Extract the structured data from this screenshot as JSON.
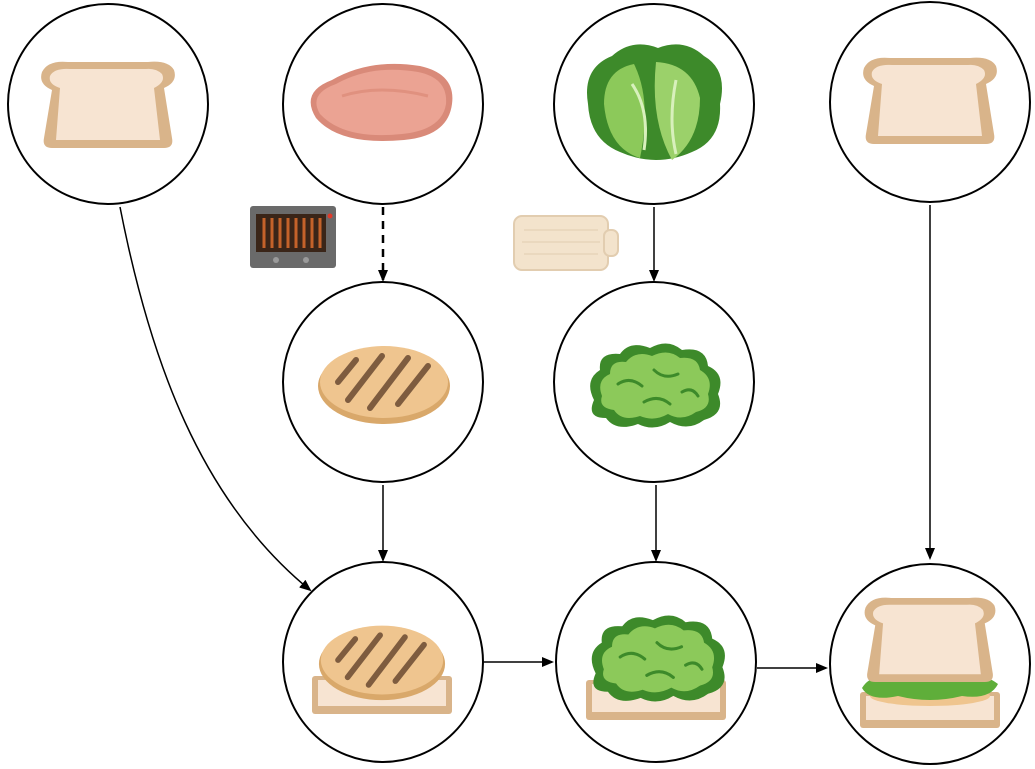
{
  "diagram": {
    "kind": "sandwich-assembly-flow",
    "nodes": [
      {
        "id": "bread-slice-top-left",
        "depicts": "bread-slice"
      },
      {
        "id": "raw-chicken-breast",
        "depicts": "raw-chicken-breast"
      },
      {
        "id": "lettuce-head",
        "depicts": "lettuce-head"
      },
      {
        "id": "bread-slice-top-right",
        "depicts": "bread-slice"
      },
      {
        "id": "grilled-chicken",
        "depicts": "grilled-chicken-breast"
      },
      {
        "id": "chopped-lettuce",
        "depicts": "chopped-lettuce"
      },
      {
        "id": "bread-with-chicken",
        "depicts": "bread-with-grilled-chicken"
      },
      {
        "id": "bread-chicken-lettuce",
        "depicts": "bread-with-chicken-and-lettuce"
      },
      {
        "id": "finished-sandwich",
        "depicts": "finished-sandwich"
      }
    ],
    "tools": [
      {
        "id": "grill-oven",
        "depicts": "toaster-oven-grill",
        "applies_to": "raw-chicken-breast"
      },
      {
        "id": "cutting-board",
        "depicts": "cutting-board",
        "applies_to": "lettuce-head"
      }
    ],
    "edges": [
      {
        "from": "raw-chicken-breast",
        "to": "grilled-chicken",
        "style": "dashed"
      },
      {
        "from": "lettuce-head",
        "to": "chopped-lettuce",
        "style": "solid"
      },
      {
        "from": "bread-slice-top-left",
        "to": "bread-with-chicken",
        "style": "solid"
      },
      {
        "from": "grilled-chicken",
        "to": "bread-with-chicken",
        "style": "solid"
      },
      {
        "from": "chopped-lettuce",
        "to": "bread-chicken-lettuce",
        "style": "solid"
      },
      {
        "from": "bread-with-chicken",
        "to": "bread-chicken-lettuce",
        "style": "solid"
      },
      {
        "from": "bread-chicken-lettuce",
        "to": "finished-sandwich",
        "style": "solid"
      },
      {
        "from": "bread-slice-top-right",
        "to": "finished-sandwich",
        "style": "solid"
      }
    ],
    "colors": {
      "bread_crust": "#d9b48a",
      "bread_crumb": "#f7e4d2",
      "raw_chicken": "#eba393",
      "grilled_chicken": "#efc58f",
      "grill_marks": "#7e5c3f",
      "lettuce_dark": "#3d8a2a",
      "lettuce_light": "#9bd16a",
      "oven_body": "#6a6a6a",
      "board": "#f3e3cc"
    }
  }
}
